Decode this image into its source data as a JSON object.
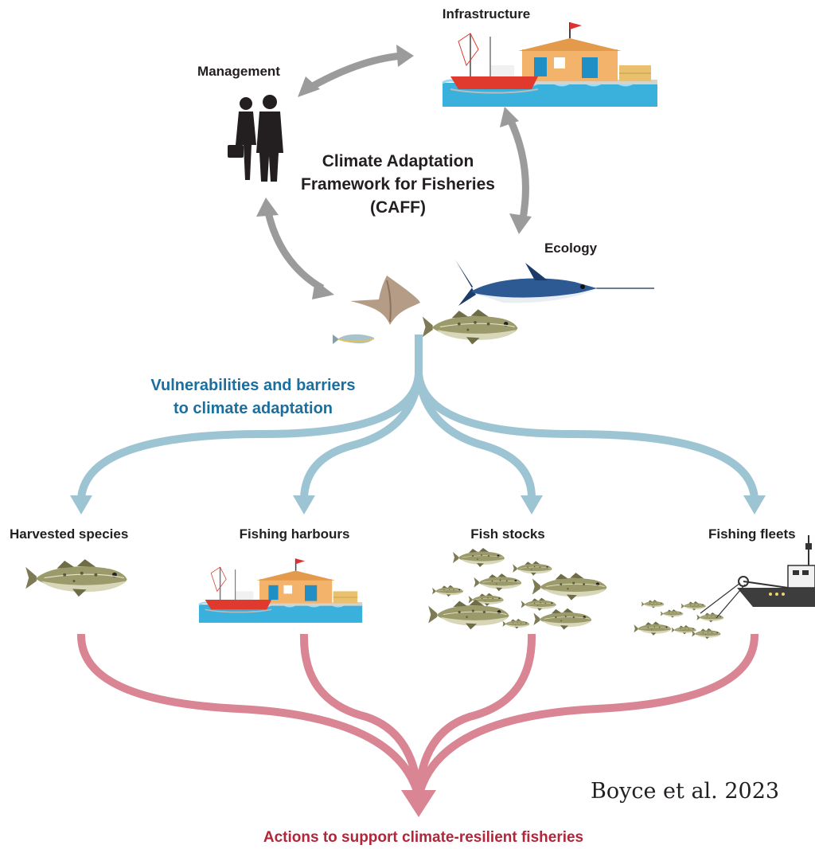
{
  "top": {
    "infrastructure": "Infrastructure",
    "management": "Management",
    "ecology": "Ecology",
    "framework_title": [
      "Climate Adaptation",
      "Framework for Fisheries",
      "(CAFF)"
    ]
  },
  "middle": {
    "vulnerabilities": [
      "Vulnerabilities and barriers",
      "to climate adaptation"
    ]
  },
  "components": [
    {
      "label": "Harvested species",
      "icon": "cod-fish-icon"
    },
    {
      "label": "Fishing harbours",
      "icon": "harbour-icon"
    },
    {
      "label": "Fish stocks",
      "icon": "fish-school-icon"
    },
    {
      "label": "Fishing fleets",
      "icon": "trawler-icon"
    }
  ],
  "bottom": {
    "actions": "Actions to support climate-resilient fisheries",
    "citation": "Boyce et al. 2023"
  },
  "colors": {
    "cycle_arrows": "#9b9b9b",
    "vulnerability_arrows": "#9cc4d3",
    "action_arrows": "#d98593",
    "vulnerability_text": "#1a6fa0",
    "action_text": "#b3263a",
    "water": "#3ab0dc"
  }
}
